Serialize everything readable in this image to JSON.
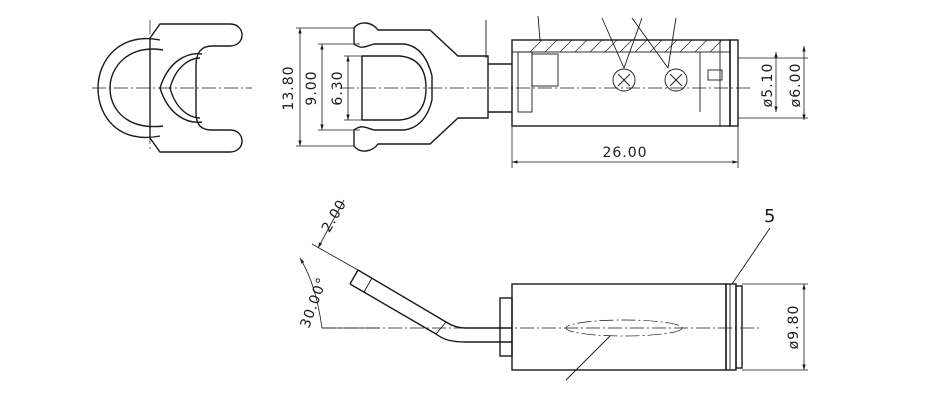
{
  "dimensions": {
    "height_outer": "13.80",
    "height_mid": "9.00",
    "height_inner": "6.30",
    "length": "26.00",
    "dia_inner": "ø5.10",
    "dia_outer": "ø6.00",
    "bend_offset": "2.00",
    "bend_angle": "30.00°",
    "body_dia": "ø9.80"
  },
  "callouts": {
    "item_5": "5"
  },
  "colors": {
    "line": "#1a1a1a",
    "background": "#ffffff"
  }
}
